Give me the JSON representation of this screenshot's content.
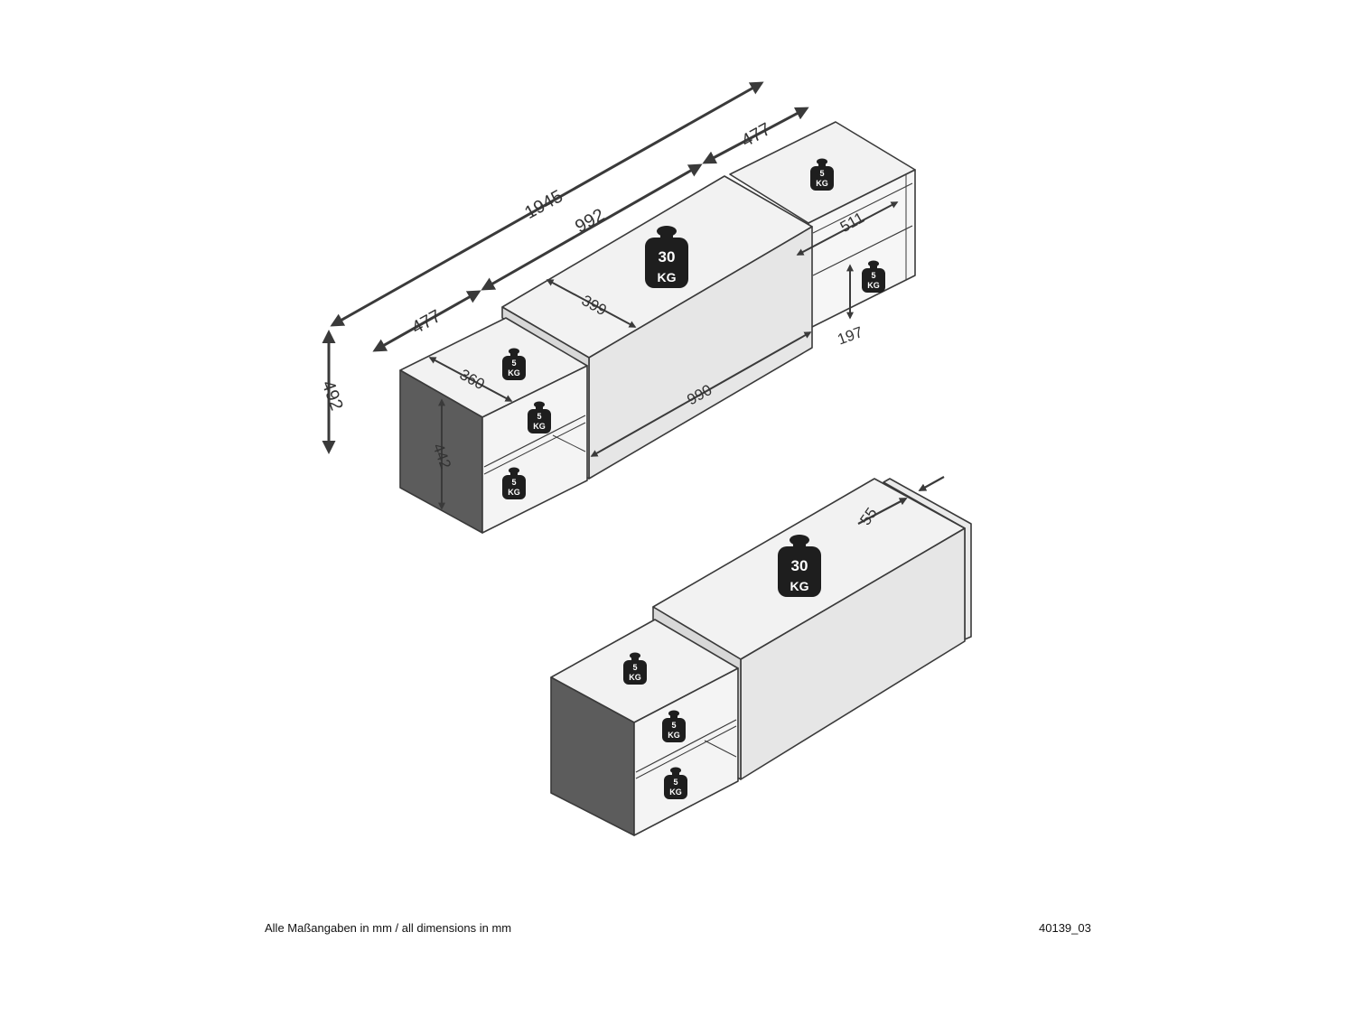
{
  "dimensions": {
    "total_width": "1945",
    "center_width": "992",
    "side_left_width": "477",
    "side_right_width": "477",
    "total_height": "492",
    "center_depth": "399",
    "right_depth": "511",
    "left_depth": "360",
    "center_front_width": "990",
    "compartment_height_right": "197",
    "side_height_left": "442",
    "offset_depth": "55"
  },
  "weights": {
    "large": {
      "value": "30",
      "unit": "KG"
    },
    "small": {
      "value": "5",
      "unit": "KG"
    }
  },
  "footer": {
    "note": "Alle Maßangaben in mm / all dimensions in mm",
    "code": "40139_03"
  },
  "colors": {
    "line": "#3a3a3a",
    "face_top": "#f2f2f2",
    "face_front": "#e7e7e7",
    "face_side": "#5c5c5c",
    "inner": "#eeeeee",
    "weight": "#1e1e1e"
  }
}
